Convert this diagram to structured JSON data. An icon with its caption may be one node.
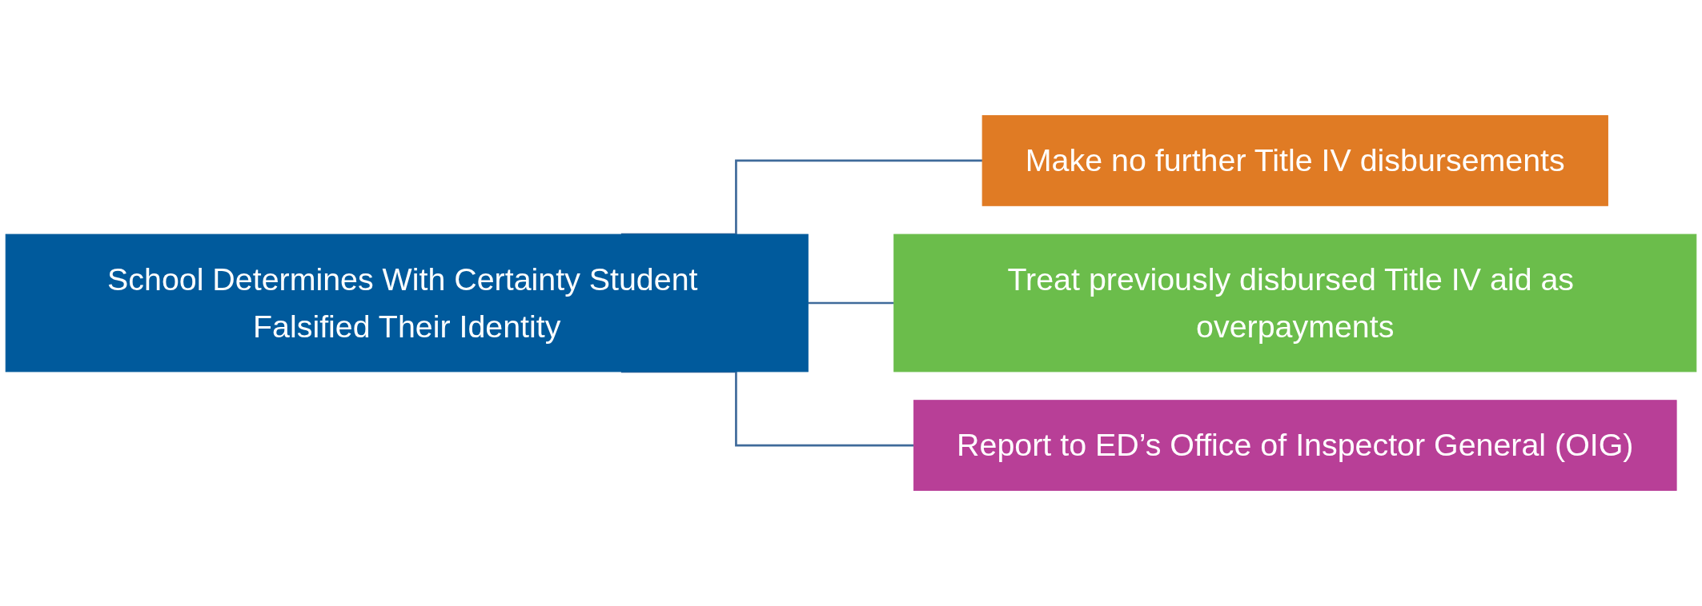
{
  "diagram": {
    "nodes": [
      {
        "text": [
          "School Determines With Certainty Student Falsified Their Identity"
        ]
      },
      {
        "text": [
          "Make no further Title IV disbursements"
        ]
      },
      {
        "text": [
          "Treat previously disbursed Title IV aid as overpayments"
        ]
      },
      {
        "text": [
          "Report to ED’s Office of Inspector General (OIG)"
        ]
      }
    ],
    "edges": [
      {
        "from": 0,
        "to": 1,
        "arrow": "none"
      },
      {
        "from": 0,
        "to": 2,
        "arrow": "none"
      },
      {
        "from": 0,
        "to": 3,
        "arrow": "none"
      }
    ]
  }
}
